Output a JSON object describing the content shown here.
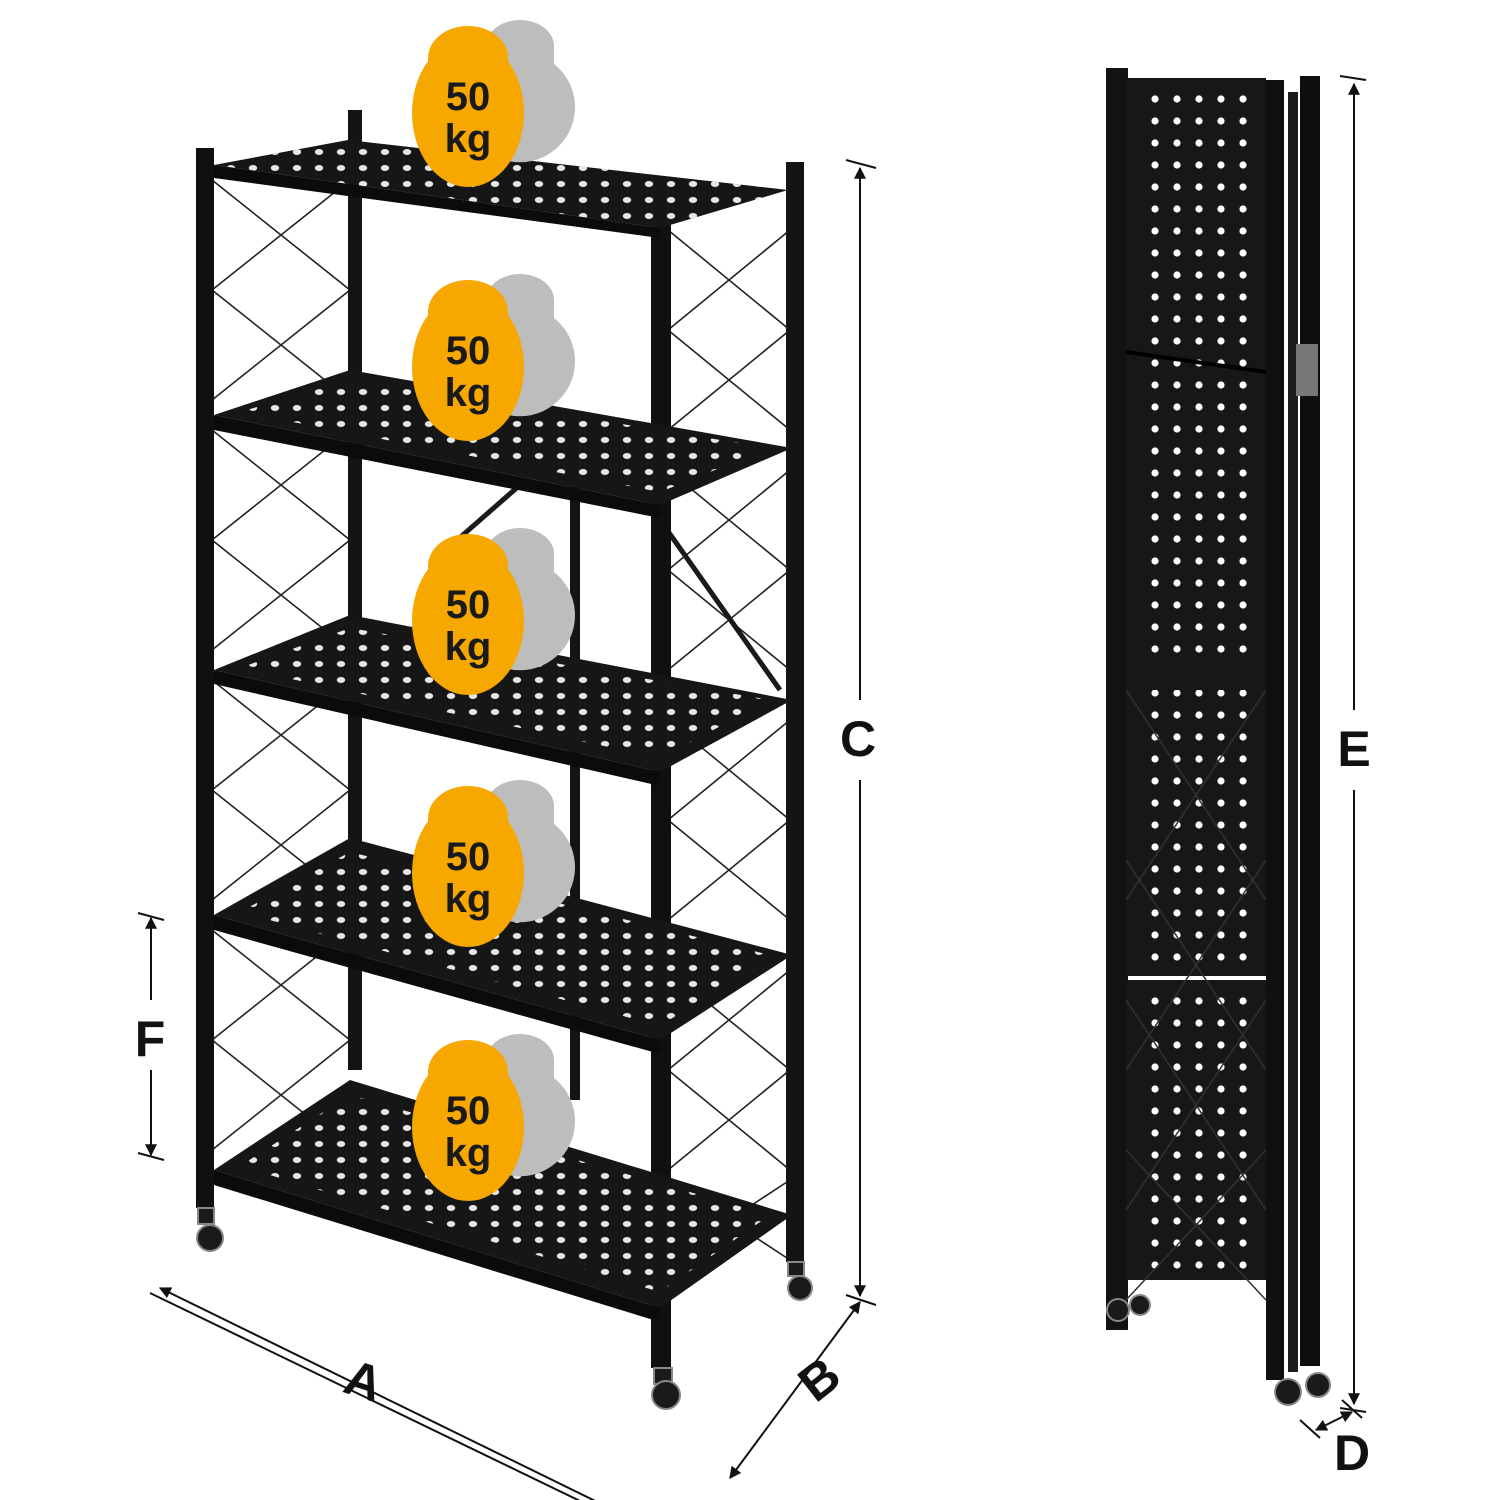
{
  "colors": {
    "frame": "#121212",
    "shelf": "#161616",
    "hole": "#ffffff",
    "weight": "#f7a800",
    "weight_shadow": "#bdbdbd",
    "dimension": "#111111"
  },
  "weights": [
    {
      "amount": "50",
      "unit": "kg"
    },
    {
      "amount": "50",
      "unit": "kg"
    },
    {
      "amount": "50",
      "unit": "kg"
    },
    {
      "amount": "50",
      "unit": "kg"
    },
    {
      "amount": "50",
      "unit": "kg"
    }
  ],
  "dimensions": {
    "A": "A",
    "B": "B",
    "C": "C",
    "D": "D",
    "E": "E",
    "F": "F"
  },
  "icons": {
    "weight": "kettlebell-icon",
    "wheel": "caster-wheel-icon"
  }
}
